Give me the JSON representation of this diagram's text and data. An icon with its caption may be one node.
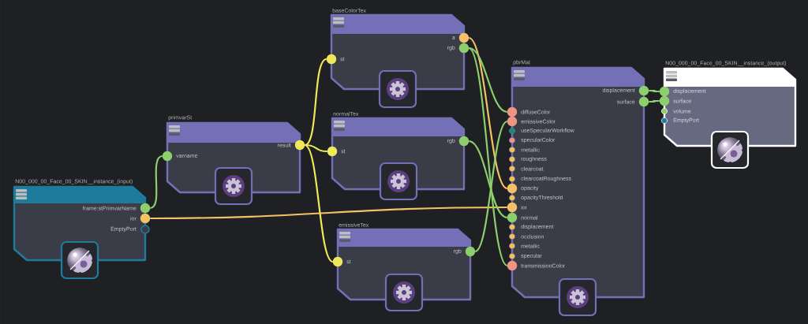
{
  "diagram": {
    "nodes": [
      {
        "text": [
          "N00_000_00_Face_00_SKIN__instance_(input)"
        ]
      },
      {
        "text": [
          "frame:stPrimvarName"
        ],
        "in": 0
      },
      {
        "text": [
          "ior"
        ],
        "in": 0
      },
      {
        "text": [
          "EmptyPort"
        ],
        "in": 0
      },
      {
        "text": [
          "primvarSt"
        ]
      },
      {
        "text": [
          "varname"
        ],
        "in": 4
      },
      {
        "text": [
          "result"
        ],
        "in": 4
      },
      {
        "text": [
          "baseColorTex"
        ]
      },
      {
        "text": [
          "st"
        ],
        "in": 7
      },
      {
        "text": [
          "a"
        ],
        "in": 7
      },
      {
        "text": [
          "rgb"
        ],
        "in": 7
      },
      {
        "text": [
          "normalTex"
        ]
      },
      {
        "text": [
          "st"
        ],
        "in": 11
      },
      {
        "text": [
          "rgb"
        ],
        "in": 11
      },
      {
        "text": [
          "emissiveTex"
        ]
      },
      {
        "text": [
          "st"
        ],
        "in": 14
      },
      {
        "text": [
          "rgb"
        ],
        "in": 14
      },
      {
        "text": [
          "pbrMat"
        ]
      },
      {
        "text": [
          "displacement"
        ],
        "in": 17
      },
      {
        "text": [
          "surface"
        ],
        "in": 17
      },
      {
        "text": [
          "diffuseColor"
        ],
        "in": 17
      },
      {
        "text": [
          "emissiveColor"
        ],
        "in": 17
      },
      {
        "text": [
          "useSpecularWorkflow"
        ],
        "in": 17
      },
      {
        "text": [
          "specularColor"
        ],
        "in": 17
      },
      {
        "text": [
          "metallic"
        ],
        "in": 17
      },
      {
        "text": [
          "roughness"
        ],
        "in": 17
      },
      {
        "text": [
          "clearcoat"
        ],
        "in": 17
      },
      {
        "text": [
          "clearcoatRoughness"
        ],
        "in": 17
      },
      {
        "text": [
          "opacity"
        ],
        "in": 17
      },
      {
        "text": [
          "opacityThreshold"
        ],
        "in": 17
      },
      {
        "text": [
          "ior"
        ],
        "in": 17
      },
      {
        "text": [
          "normal"
        ],
        "in": 17
      },
      {
        "text": [
          "displacement"
        ],
        "in": 17
      },
      {
        "text": [
          "occlusion"
        ],
        "in": 17
      },
      {
        "text": [
          "metallic"
        ],
        "in": 17
      },
      {
        "text": [
          "specular"
        ],
        "in": 17
      },
      {
        "text": [
          "transmissionColor"
        ],
        "in": 17
      },
      {
        "text": [
          "N00_000_00_Face_00_SKIN__instance_(output)"
        ]
      },
      {
        "text": [
          "displacement"
        ],
        "in": 37
      },
      {
        "text": [
          "surface"
        ],
        "in": 37
      },
      {
        "text": [
          "volume"
        ],
        "in": 37
      },
      {
        "text": [
          "EmptyPort"
        ],
        "in": 37
      }
    ],
    "edges": [
      {
        "from": 1,
        "to": 5,
        "arrow": "none"
      },
      {
        "from": 2,
        "to": 30,
        "arrow": "none",
        "color": "#f5c166"
      },
      {
        "from": 6,
        "to": 8,
        "arrow": "none",
        "color": "#f0e85b"
      },
      {
        "from": 6,
        "to": 12,
        "arrow": "none",
        "color": "#f0e85b"
      },
      {
        "from": 6,
        "to": 15,
        "arrow": "none",
        "color": "#f0e85b"
      },
      {
        "from": 9,
        "to": 28,
        "arrow": "none",
        "color": "#f5c166"
      },
      {
        "from": 10,
        "to": 20,
        "arrow": "none"
      },
      {
        "from": 10,
        "to": 36,
        "arrow": "none"
      },
      {
        "from": 13,
        "to": 31,
        "arrow": "none"
      },
      {
        "from": 16,
        "to": 21,
        "arrow": "none"
      },
      {
        "from": 18,
        "to": 38,
        "arrow": "none"
      },
      {
        "from": 19,
        "to": 39,
        "arrow": "none"
      }
    ]
  }
}
